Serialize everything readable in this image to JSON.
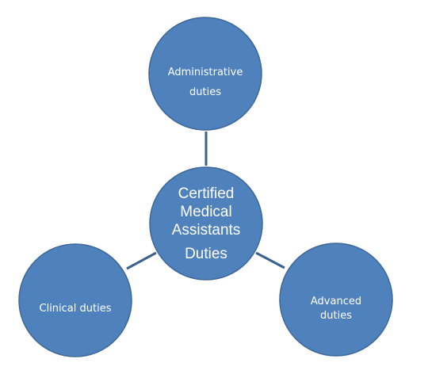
{
  "diagram": {
    "center": {
      "lines": [
        "Certified",
        "Medical",
        "Assistants",
        "Duties"
      ]
    },
    "top": {
      "lines": [
        "Administrative",
        "duties"
      ]
    },
    "left": {
      "lines": [
        "Clinical duties"
      ]
    },
    "right": {
      "lines": [
        "Advanced",
        "duties"
      ]
    }
  },
  "colors": {
    "node_fill": "#4f81bd",
    "connector": "#3c618f",
    "text": "#ffffff"
  }
}
